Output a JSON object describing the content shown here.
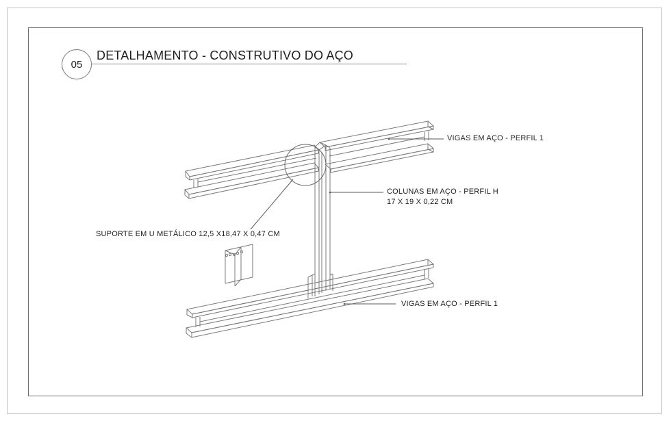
{
  "title": {
    "number": "05",
    "text": "DETALHAMENTO - CONSTRUTIVO DO AÇO"
  },
  "labels": {
    "beam_top": "VIGAS EM AÇO  - PERFIL 1",
    "column_line1": "COLUNAS EM AÇO - PERFIL H",
    "column_line2": "17 X 19 X 0,22 CM",
    "support": "SUPORTE EM U  METÁLICO 12,5 X18,47 X 0,47 CM",
    "beam_bottom": "VIGAS EM AÇO  - PERFIL 1"
  },
  "colors": {
    "line": "#7a7a7a",
    "leader": "#5a5a5a",
    "text": "#1e1e1e"
  }
}
